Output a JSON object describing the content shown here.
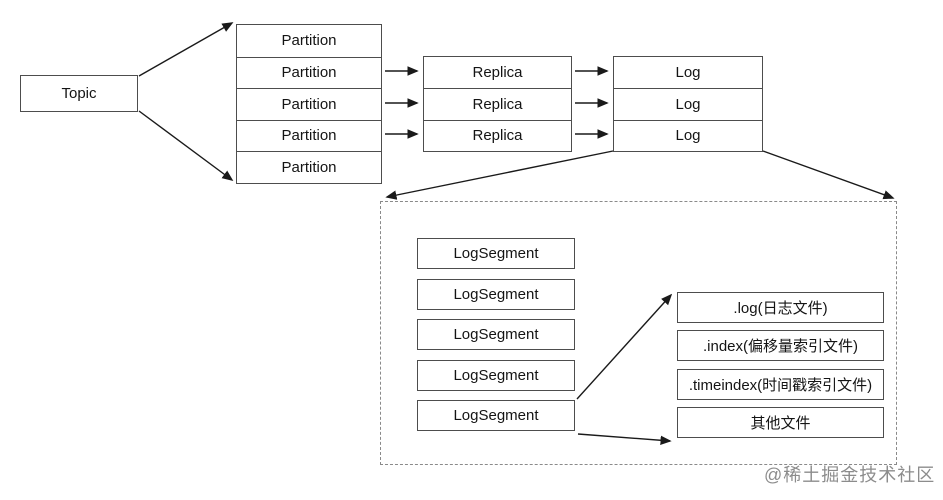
{
  "diagram": {
    "topic_label": "Topic",
    "partitions": [
      "Partition",
      "Partition",
      "Partition",
      "Partition",
      "Partition"
    ],
    "replicas": [
      "Replica",
      "Replica",
      "Replica"
    ],
    "logs": [
      "Log",
      "Log",
      "Log"
    ],
    "log_segments": [
      "LogSegment",
      "LogSegment",
      "LogSegment",
      "LogSegment",
      "LogSegment"
    ],
    "files": [
      ".log(日志文件)",
      ".index(偏移量索引文件)",
      ".timeindex(时间戳索引文件)",
      "其他文件"
    ],
    "watermark": "@稀土掘金技术社区",
    "colors": {
      "background": "#ffffff",
      "box_border": "#4d4d4d",
      "arrow": "#1a1a1a",
      "dashed_border": "#8a8a8a",
      "watermark": "#8c8c8c"
    }
  }
}
